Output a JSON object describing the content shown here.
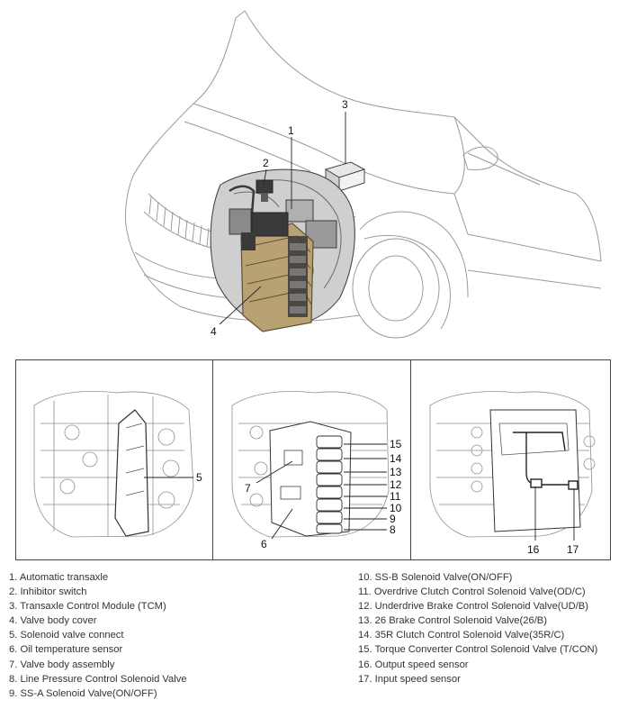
{
  "callouts": {
    "c1": "1",
    "c2": "2",
    "c3": "3",
    "c4": "4",
    "c5": "5",
    "c6": "6",
    "c7": "7",
    "c8": "8",
    "c9": "9",
    "c10": "10",
    "c11": "11",
    "c12": "12",
    "c13": "13",
    "c14": "14",
    "c15": "15",
    "c16": "16",
    "c17": "17"
  },
  "legend": {
    "left": [
      "1. Automatic transaxle",
      "2. Inhibitor switch",
      "3. Transaxle Control Module (TCM)",
      "4. Valve body cover",
      "5. Solenoid valve connect",
      "6. Oil temperature sensor",
      "7. Valve body assembly",
      "8. Line Pressure Control Solenoid Valve",
      "9. SS-A Solenoid Valve(ON/OFF)"
    ],
    "right": [
      "10. SS-B Solenoid Valve(ON/OFF)",
      "11. Overdrive Clutch Control Solenoid Valve(OD/C)",
      "12. Underdrive Brake Control Solenoid Valve(UD/B)",
      "13. 26 Brake Control Solenoid Valve(26/B)",
      "14. 35R Clutch Control Solenoid Valve(35R/C)",
      "15. Torque Converter Control Solenoid Valve (T/CON)",
      "16. Output speed sensor",
      "17. Input speed sensor"
    ]
  },
  "colors": {
    "line": "#9a9a9a",
    "frame": "#444444",
    "engine_dark": "#3a3a3a",
    "engine_mid": "#8a8a8a",
    "engine_light": "#cfcfcf",
    "cover": "#b8a273",
    "cover_dark": "#5e5136"
  }
}
